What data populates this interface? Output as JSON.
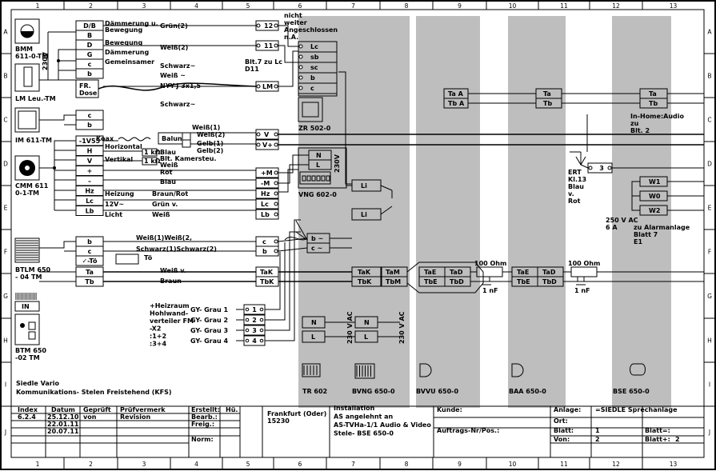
{
  "grid": {
    "columns": [
      "1",
      "2",
      "3",
      "4",
      "5",
      "6",
      "7",
      "8",
      "9",
      "10",
      "11",
      "12",
      "13"
    ],
    "rows": [
      "A",
      "B",
      "C",
      "D",
      "E",
      "F",
      "G",
      "H",
      "I",
      "J"
    ]
  },
  "devices": {
    "bmm": "BMM\n611-0-TM",
    "v230": "230V",
    "lm": "LM Leu.-TM",
    "im": "IM 611-TM",
    "cmm": "CMM 611\n0-1-TM",
    "btlm": "BTLM 650\n- 04 TM",
    "in": "IN",
    "btm": "BTM 650\n-02 TM",
    "zr": "ZR 502-0",
    "vng": "VNG 602-0",
    "tr": "TR 602",
    "bvng": "BVNG 650-0",
    "bvvu": "BVVU 650-0",
    "baa": "BAA 650-0",
    "bse": "BSE 650-0"
  },
  "terminals": [
    "D/B",
    "B",
    "D",
    "G",
    "c",
    "b",
    "FR.\nDose",
    "c",
    "b",
    "-1V55",
    "H",
    "V",
    "+",
    "–",
    "Hz",
    "Lc",
    "Lb",
    "b",
    "c",
    "✓-Tö",
    "Ta",
    "Tb"
  ],
  "wires": {
    "l1": "Dämmerung u.\nBewegung",
    "l2": "Bewegung",
    "l3": "Dämmerung",
    "l4": "Gemeinsamer",
    "gruen2": "Grün(2)",
    "weiss2": "Weiß(2)",
    "schwarz": "Schwarz~",
    "weiss": "Weiß ~",
    "nyy": "NYY-J 3x1,5",
    "schwarz2": "Schwarz~",
    "nicht": "nicht\nweiter\nAngeschlossen\nn.A.",
    "blt7": "Blt.7 zu Lc\nD11",
    "koax": "Koax",
    "balun": "Balun",
    "hor": "Horizontal",
    "ver": "Vertikal",
    "kon": "1 kΩ",
    "blau": "Blau",
    "kam": "Blt. Kamersteu.",
    "weissv": "Weiß",
    "w1": "Weiß(1)",
    "w2": "Weiß(2)",
    "g1": "Gelb(1)",
    "g2": "Gelb(2)",
    "rot": "Rot",
    "blau2": "Blau",
    "heiz": "Heizung",
    "braunrot": "Braun/Rot",
    "v12": "12V~",
    "gruenv": "Grün v.",
    "licht": "Licht",
    "weiss3": "Weiß",
    "ww": "Weiß(1)Weiß(2,",
    "ss": "Schwarz(1)Schwarz(2)",
    "to": "Tö",
    "weissv2": "Weiß v.",
    "braun": "Braun",
    "heizraum": "+Heizraum\nHohlwand-\nverteiler FM\n-X2\n:1+2\n:3+4",
    "gy1": "GY- Grau 1",
    "gy2": "GY- Grau 2",
    "gy3": "GY- Grau 3",
    "gy4": "GY- Grau 4"
  },
  "terms2": [
    "12",
    "11",
    "LM",
    "V",
    "V+",
    "+M",
    "-M",
    "Hz",
    "Lc",
    "Lb",
    "c",
    "b",
    "TaK",
    "TbK",
    "1",
    "2",
    "3",
    "4"
  ],
  "zr_terms": [
    "Lc",
    "sb",
    "sc",
    "b",
    "c"
  ],
  "vng_terms": [
    "N",
    "L"
  ],
  "v230b": "230V",
  "tr_terms": [
    "b ~",
    "c ~"
  ],
  "bvng": {
    "li1": "Li",
    "li2": "Li",
    "tak": "TaK",
    "tbk": "TbK",
    "tam": "TaM",
    "tbm": "TbM",
    "n": "N",
    "l": "L",
    "vac": "230 V AC"
  },
  "tr": {
    "n": "N",
    "l": "L",
    "vac": "230 V AC"
  },
  "bvvu": {
    "ta": "Ta A",
    "tb": "Tb A",
    "tae": "TaE",
    "tad": "TaD",
    "tbe": "TbE",
    "tbd": "TbD"
  },
  "ohm": "100 Ohm",
  "nf": "1 nF",
  "baa": {
    "ta": "Ta",
    "tb": "Tb",
    "tae": "TaE",
    "tad": "TaD",
    "tbe": "TbE",
    "tbd": "TbD"
  },
  "bse": {
    "ta": "Ta",
    "tb": "Tb",
    "w1": "W1",
    "w0": "W0",
    "w2": "W2"
  },
  "notes": {
    "inhome": "In-Home:Audio\nzu\nBlt. 2",
    "ert": "ERT\nKl.13\nBlau\nv.\nRot",
    "t3": "3",
    "vac250": "250 V AC\n6 A",
    "alarm": "zu Alarmanlage\nBlatt 7\nE1"
  },
  "caption": "Siedle Vario\nKommunikations- Stelen Freistehend (KFS)",
  "title_block": {
    "h_index": "Index",
    "h_datum": "Datum",
    "h_gepr": "Geprüft",
    "h_pruef": "Prüfvermerk",
    "index": "6.2.4",
    "d1": "25.12.10",
    "d2": "22.01.11",
    "d3": "20.07.11",
    "von": "von",
    "revision": "Revision",
    "erstellt": "Erstellt:",
    "bearb": "Bearb.:",
    "freig": "Freig.:",
    "norm": "Norm:",
    "hue": "Hü.",
    "city": "Frankfurt (Oder)\n15230",
    "install": "Installation\nAS angelehnt an\nAS-TVHa-1/1 Audio & Video\nStele- BSE 650-0",
    "kunde": "Kunde:",
    "auftrag": "Auftrags-Nr/Pos.:",
    "anlage": "Anlage:",
    "anlage_val": "=SIEDLE Sprechanlage",
    "ort": "Ört:",
    "blatt": "Blatt:",
    "blatt_val": "1",
    "blattn": "Blatt=:",
    "vonl": "Von:",
    "von_val": "2",
    "blattp": "Blatt+:",
    "blattp_val": "2"
  }
}
